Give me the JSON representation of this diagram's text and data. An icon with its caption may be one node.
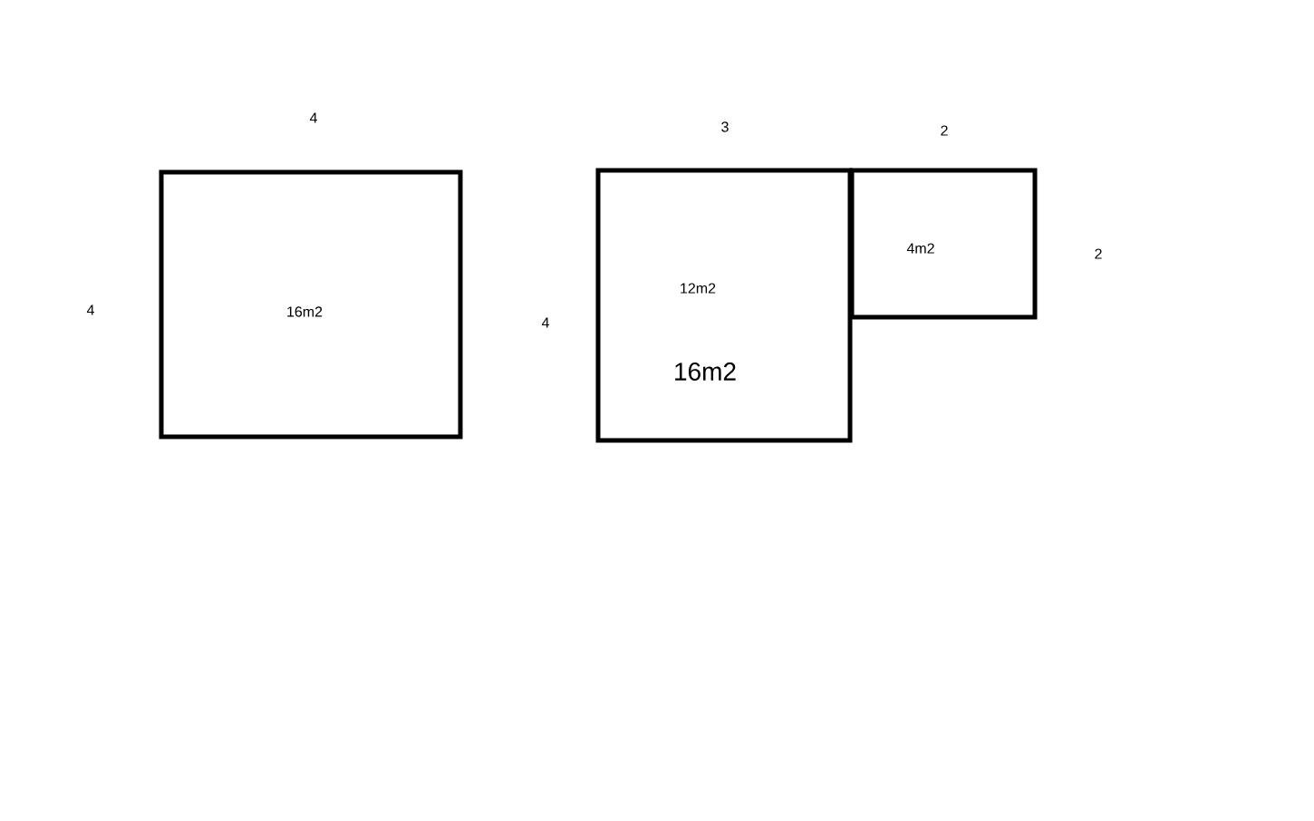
{
  "diagram": {
    "nodes": [
      {
        "text": [
          "16m2"
        ]
      },
      {
        "text": [
          "12m2",
          "16m2"
        ]
      },
      {
        "text": [
          "4m2"
        ]
      }
    ],
    "labels": [
      "4",
      "3",
      "2",
      "2",
      "4",
      "4"
    ]
  }
}
